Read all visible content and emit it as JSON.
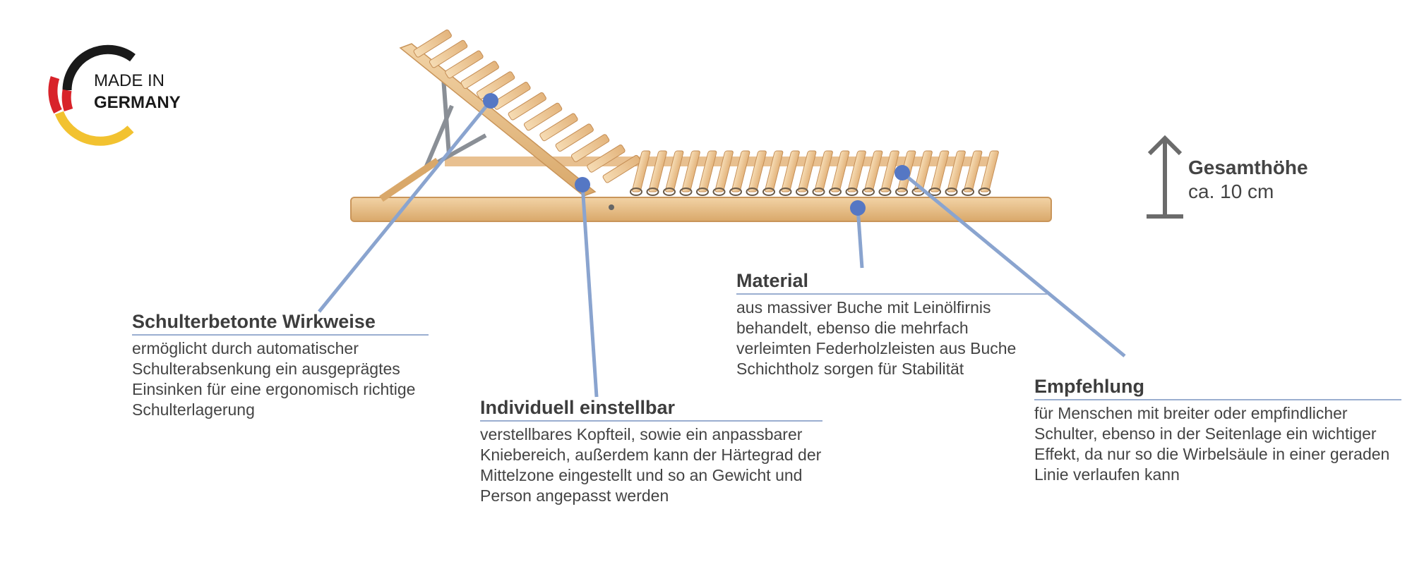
{
  "badge": {
    "line1": "MADE IN",
    "line2": "GERMANY",
    "flag_colors": [
      "#1a1a1a",
      "#d8232a",
      "#f2c230"
    ]
  },
  "accent_color": "#5577c4",
  "height": {
    "label": "Gesamthöhe",
    "value": "ca. 10 cm"
  },
  "callouts": {
    "shoulder": {
      "title": "Schulterbetonte Wirkweise",
      "text": "ermöglicht durch automatischer Schulterabsenkung ein ausgeprägtes Einsinken für eine ergonomisch richtige Schulterlagerung"
    },
    "adjustable": {
      "title": "Individuell einstellbar",
      "text": "verstellbares Kopfteil, sowie ein anpassbarer Kniebereich, außerdem kann der Härtegrad der Mittelzone eingestellt und so an Gewicht und Person angepasst werden"
    },
    "material": {
      "title": "Material",
      "text": "aus massiver Buche mit Leinölfirnis behandelt, ebenso die mehrfach verleimten Federholzleisten aus Buche Schichtholz sorgen für Stabilität"
    },
    "recommendation": {
      "title": "Empfehlung",
      "text": "für Menschen mit breiter oder empfindlicher Schulter, ebenso in der Seitenlage ein wichtiger Effekt, da nur so die Wirbelsäule in einer geraden Linie verlaufen kann"
    }
  }
}
